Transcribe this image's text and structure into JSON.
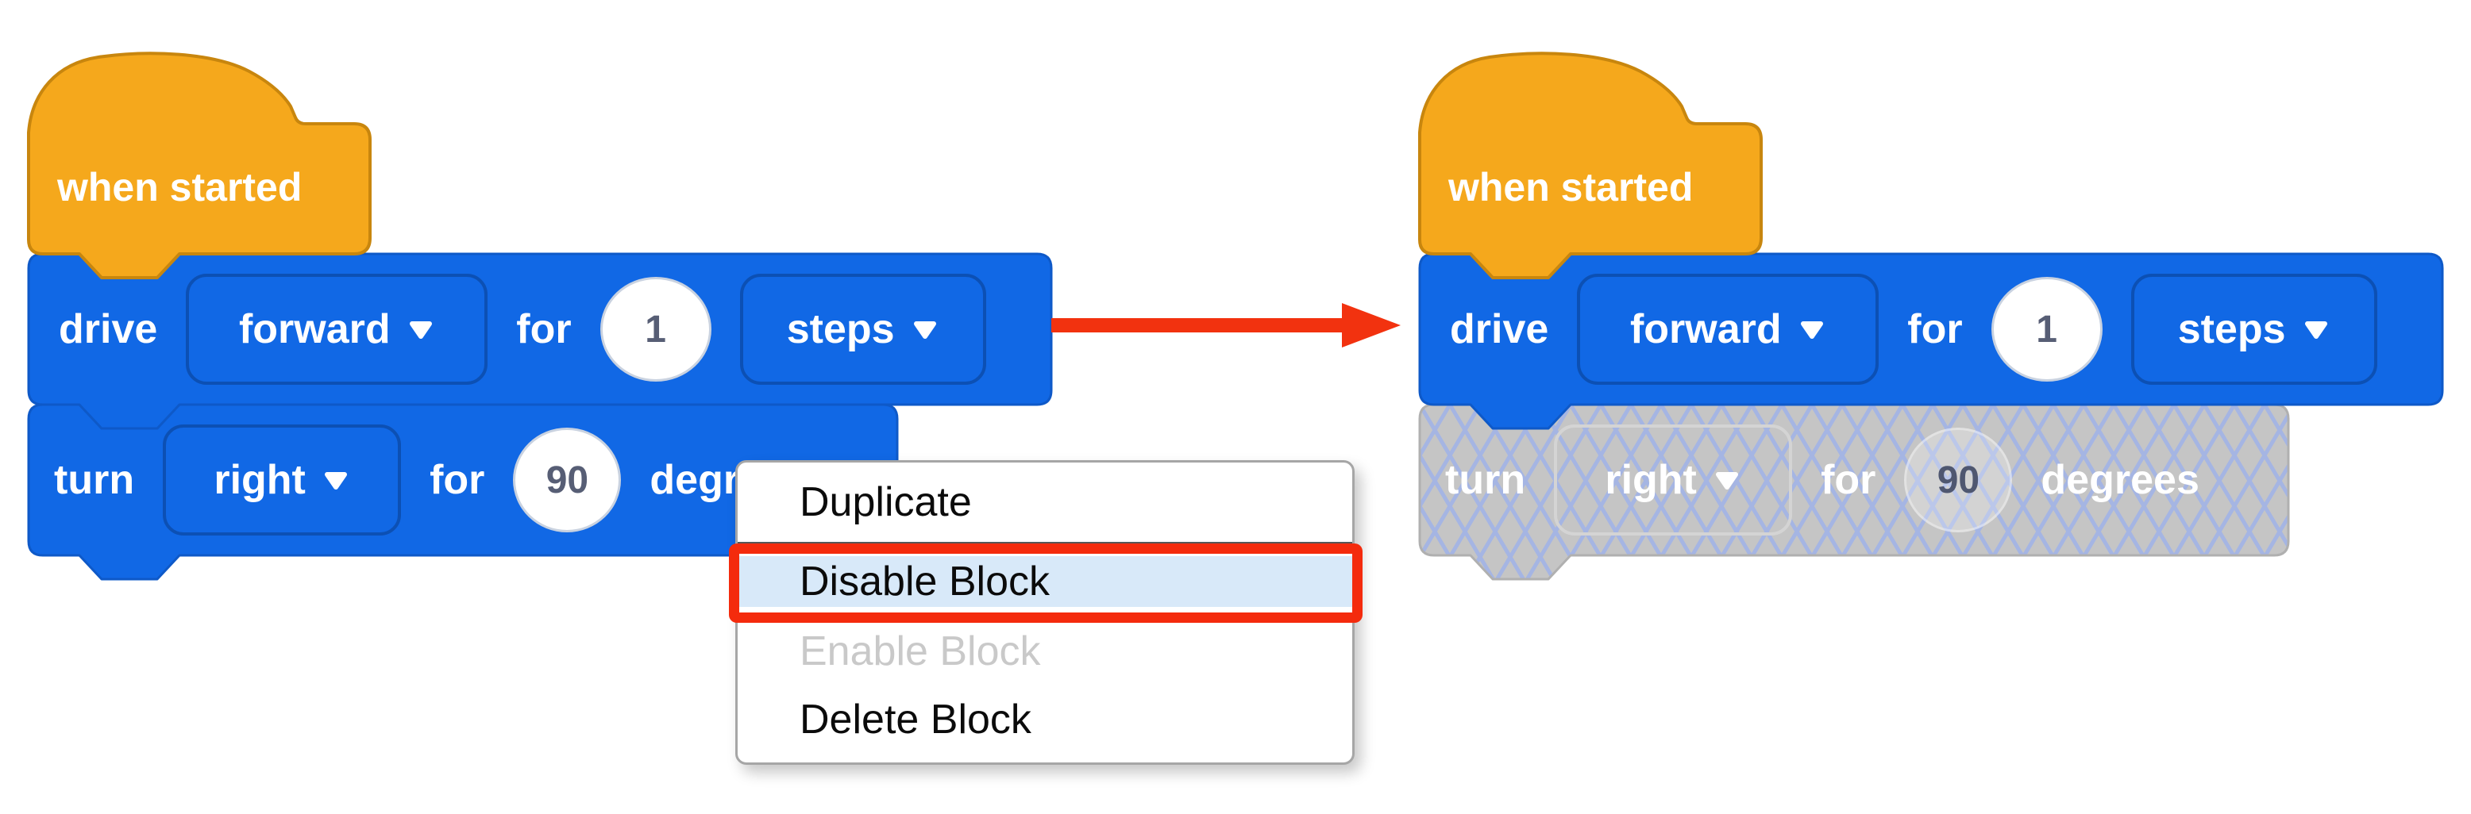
{
  "colors": {
    "canvas_bg": "#FFFFFF",
    "block_blue": "#1168E5",
    "block_blue_border": "#0E59C8",
    "field_border_blue": "#0C50B4",
    "hat_orange": "#F5A81C",
    "hat_orange_border": "#C8860E",
    "value_text": "#575E75",
    "disabled_fill": "#C5C5C5",
    "disabled_border": "#B0B0B0",
    "disabled_hatch": "#A5B5E3",
    "menu_highlight": "#D8E9F9",
    "menu_disabled_text": "#C9C9C9",
    "menu_divider": "#575757",
    "annotation_red_box": "#F42B0D",
    "annotation_red_arrow": "#F2320F"
  },
  "left_stack": {
    "hat_label": "when started",
    "drive_block": {
      "verb": "drive",
      "direction": "forward",
      "for_label": "for",
      "value": "1",
      "unit": "steps"
    },
    "turn_block": {
      "verb": "turn",
      "direction": "right",
      "for_label": "for",
      "value": "90",
      "unit": "degrees"
    }
  },
  "right_stack": {
    "hat_label": "when started",
    "drive_block": {
      "verb": "drive",
      "direction": "forward",
      "for_label": "for",
      "value": "1",
      "unit": "steps"
    },
    "turn_block": {
      "verb": "turn",
      "direction": "right",
      "for_label": "for",
      "value": "90",
      "unit": "degrees",
      "state": "disabled"
    }
  },
  "context_menu": {
    "items": [
      {
        "label": "Duplicate",
        "state": "enabled"
      },
      {
        "label": "Disable Block",
        "state": "highlighted"
      },
      {
        "label": "Enable Block",
        "state": "disabled"
      },
      {
        "label": "Delete Block",
        "state": "enabled"
      }
    ]
  }
}
